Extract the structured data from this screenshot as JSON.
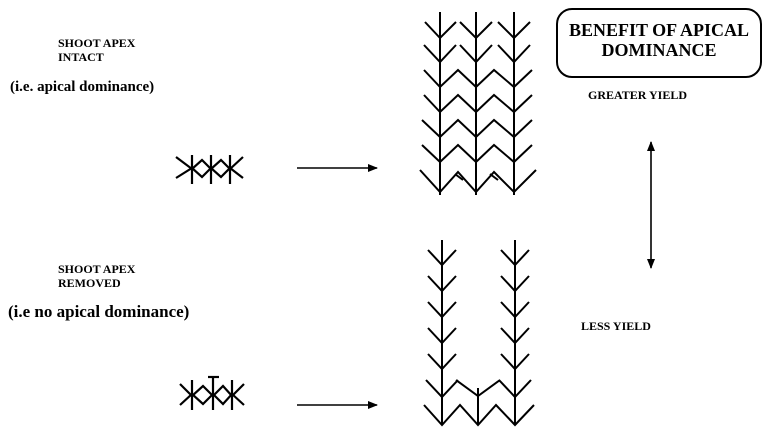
{
  "labels": {
    "top_heading": "SHOOT APEX\nINTACT",
    "top_sub": "(i.e. apical dominance)",
    "bottom_heading": "SHOOT APEX\nREMOVED",
    "bottom_sub": "(i.e no apical dominance)",
    "benefit_title": "BENEFIT OF APICAL\nDOMINANCE",
    "greater_yield": "GREATER YIELD",
    "less_yield": "LESS YIELD"
  },
  "colors": {
    "ink": "#000000",
    "background": "#ffffff"
  }
}
